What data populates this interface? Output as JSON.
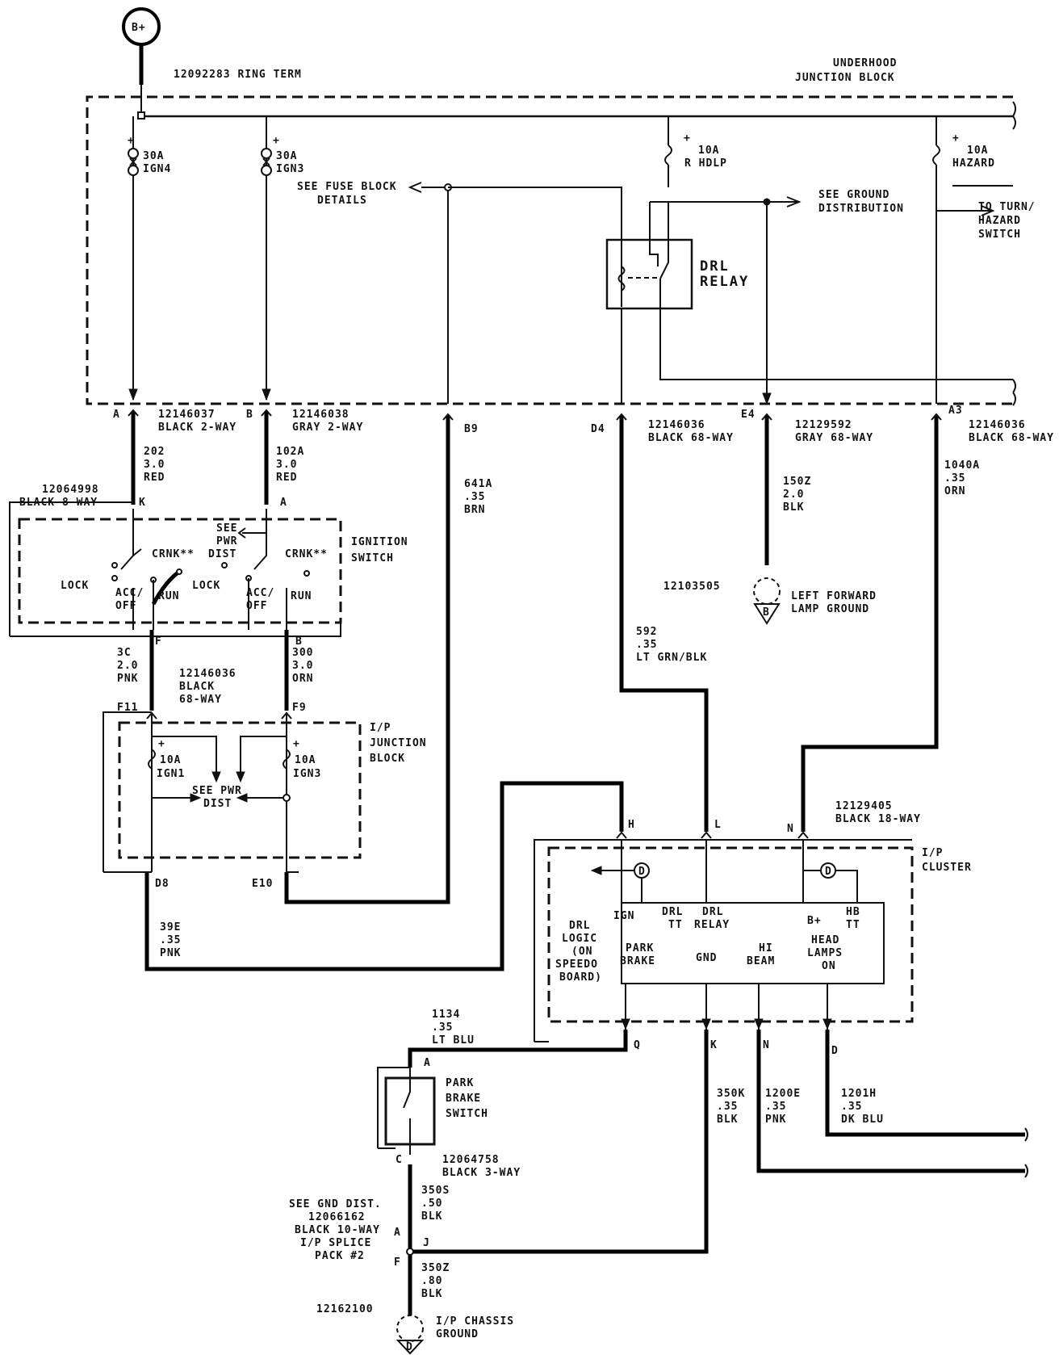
{
  "b_plus": "B+",
  "ring_term": "12092283 RING TERM",
  "underhood_block": [
    "UNDERHOOD",
    "JUNCTION BLOCK"
  ],
  "fuses_uh": {
    "ign4": [
      "30A",
      "IGN4"
    ],
    "ign3": [
      "30A",
      "IGN3"
    ],
    "rhdlp": [
      "10A",
      "R HDLP"
    ],
    "hazard": [
      "10A",
      "HAZARD"
    ]
  },
  "see_fuse_block": [
    "SEE FUSE BLOCK",
    "DETAILS"
  ],
  "see_ground_dist": [
    "SEE GROUND",
    "DISTRIBUTION"
  ],
  "to_turn_hazard": [
    "TO TURN/",
    "HAZARD",
    "SWITCH"
  ],
  "drl_relay": [
    "DRL",
    "RELAY"
  ],
  "connectors": {
    "a_uh": [
      "12146037",
      "BLACK 2-WAY"
    ],
    "b_uh": [
      "12146038",
      "GRAY 2-WAY"
    ],
    "d4": [
      "12146036",
      "BLACK 68-WAY"
    ],
    "e4": [
      "12129592",
      "GRAY 68-WAY"
    ],
    "a3": [
      "12146036",
      "BLACK 68-WAY"
    ],
    "ign_sw": [
      "12064998",
      "BLACK 8-WAY"
    ],
    "ip_jb": [
      "12146036",
      "BLACK",
      "68-WAY"
    ],
    "cluster": [
      "12129405",
      "BLACK 18-WAY"
    ],
    "park": [
      "12064758",
      "BLACK 3-WAY"
    ]
  },
  "pins": {
    "A": "A",
    "B": "B",
    "B9": "B9",
    "D4": "D4",
    "E4": "E4",
    "A3": "A3",
    "K": "K",
    "F": "F",
    "F11": "F11",
    "F9": "F9",
    "D8": "D8",
    "E10": "E10",
    "H": "H",
    "L": "L",
    "N": "N",
    "Q": "Q",
    "C": "C",
    "J": "J",
    "D": "D"
  },
  "wires": {
    "w202": [
      "202",
      "3.0",
      "RED"
    ],
    "w102a": [
      "102A",
      "3.0",
      "RED"
    ],
    "w641a": [
      "641A",
      ".35",
      "BRN"
    ],
    "w150z": [
      "150Z",
      "2.0",
      "BLK"
    ],
    "w1040a": [
      "1040A",
      ".35",
      "ORN"
    ],
    "w592": [
      "592",
      ".35",
      "LT GRN/BLK"
    ],
    "w3c": [
      "3C",
      "2.0",
      "PNK"
    ],
    "w300": [
      "300",
      "3.0",
      "ORN"
    ],
    "w39e": [
      "39E",
      ".35",
      "PNK"
    ],
    "w1134": [
      "1134",
      ".35",
      "LT BLU"
    ],
    "w350k": [
      "350K",
      ".35",
      "BLK"
    ],
    "w1200e": [
      "1200E",
      ".35",
      "PNK"
    ],
    "w1201h": [
      "1201H",
      ".35",
      "DK BLU"
    ],
    "w350s": [
      "350S",
      ".50",
      "BLK"
    ],
    "w350z": [
      "350Z",
      ".80",
      "BLK"
    ]
  },
  "ignition": {
    "title": [
      "IGNITION",
      "SWITCH"
    ],
    "crnk": "CRNK**",
    "lock": "LOCK",
    "acc_off": [
      "ACC/",
      "OFF"
    ],
    "run": "RUN",
    "see_pwr_dist": [
      "SEE",
      "PWR",
      "DIST"
    ]
  },
  "left_fwd_ground": {
    "part": "12103505",
    "label": [
      "LEFT FORWARD",
      "LAMP GROUND"
    ],
    "letter": "B"
  },
  "ip_junction": {
    "title": [
      "I/P",
      "JUNCTION",
      "BLOCK"
    ],
    "ign1": [
      "10A",
      "IGN1"
    ],
    "ign3": [
      "10A",
      "IGN3"
    ],
    "see_pwr_dist": [
      "SEE PWR",
      "DIST"
    ]
  },
  "cluster": {
    "title": [
      "I/P",
      "CLUSTER"
    ],
    "drl_logic": [
      "DRL",
      "LOGIC",
      "(ON",
      "SPEEDO",
      "BOARD)"
    ],
    "ign": "IGN",
    "drl_tt": [
      "DRL",
      "TT"
    ],
    "drl_relay": [
      "DRL",
      "RELAY"
    ],
    "bplus": "B+",
    "hb_tt": [
      "HB",
      "TT"
    ],
    "park_brake": [
      "PARK",
      "BRAKE"
    ],
    "gnd": "GND",
    "hi_beam": [
      "HI",
      "BEAM"
    ],
    "head_lamps": [
      "HEAD",
      "LAMPS",
      "ON"
    ]
  },
  "park_brake_switch": {
    "title": [
      "PARK",
      "BRAKE",
      "SWITCH"
    ],
    "pin_a": "A",
    "pin_c": "C"
  },
  "splice": {
    "text": [
      "SEE GND DIST.",
      "12066162",
      "BLACK 10-WAY",
      "I/P SPLICE",
      "PACK #2"
    ],
    "pin_a": "A",
    "pin_f": "F",
    "pin_j": "J"
  },
  "chassis_ground": {
    "part": "12162100",
    "label": [
      "I/P CHASSIS",
      "GROUND"
    ],
    "letter": "D"
  },
  "plus": "+"
}
